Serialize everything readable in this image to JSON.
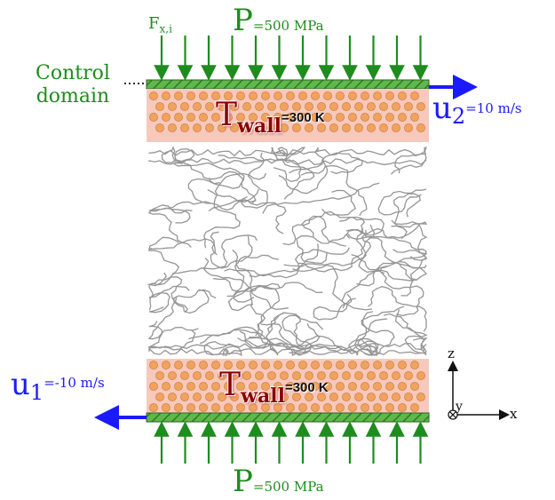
{
  "top_load": {
    "force_label": "F",
    "force_subscript": "x,i",
    "pressure_symbol": "P",
    "pressure_value": "=500 MPa"
  },
  "bottom_load": {
    "pressure_symbol": "P",
    "pressure_value": "=500 MPa"
  },
  "control_domain": {
    "line1": "Control",
    "line2": "domain"
  },
  "top_wall": {
    "temp_symbol": "T",
    "temp_subscript": "wall",
    "temp_value": "=300 K",
    "velocity_symbol": "u",
    "velocity_subscript": "2",
    "velocity_value": "=10 m/s"
  },
  "bottom_wall": {
    "temp_symbol": "T",
    "temp_subscript": "wall",
    "temp_value": "=300 K",
    "velocity_symbol": "u",
    "velocity_subscript": "1",
    "velocity_value": "=-10 m/s"
  },
  "axes": {
    "z": "z",
    "y": "y",
    "x": "x"
  },
  "colors": {
    "force_arrow": "#1e8c1e",
    "plate_fill": "#5fb84b",
    "wall_fill": "#f7c8bc",
    "atom": "#f0a35e",
    "velocity_arrow": "#1a1aff",
    "polymer": "#8a8a8a"
  },
  "icons": {
    "plate": "hatched-plate",
    "atoms": "atom-lattice",
    "polymer": "polymer-chains",
    "axes": "coordinate-axes"
  }
}
